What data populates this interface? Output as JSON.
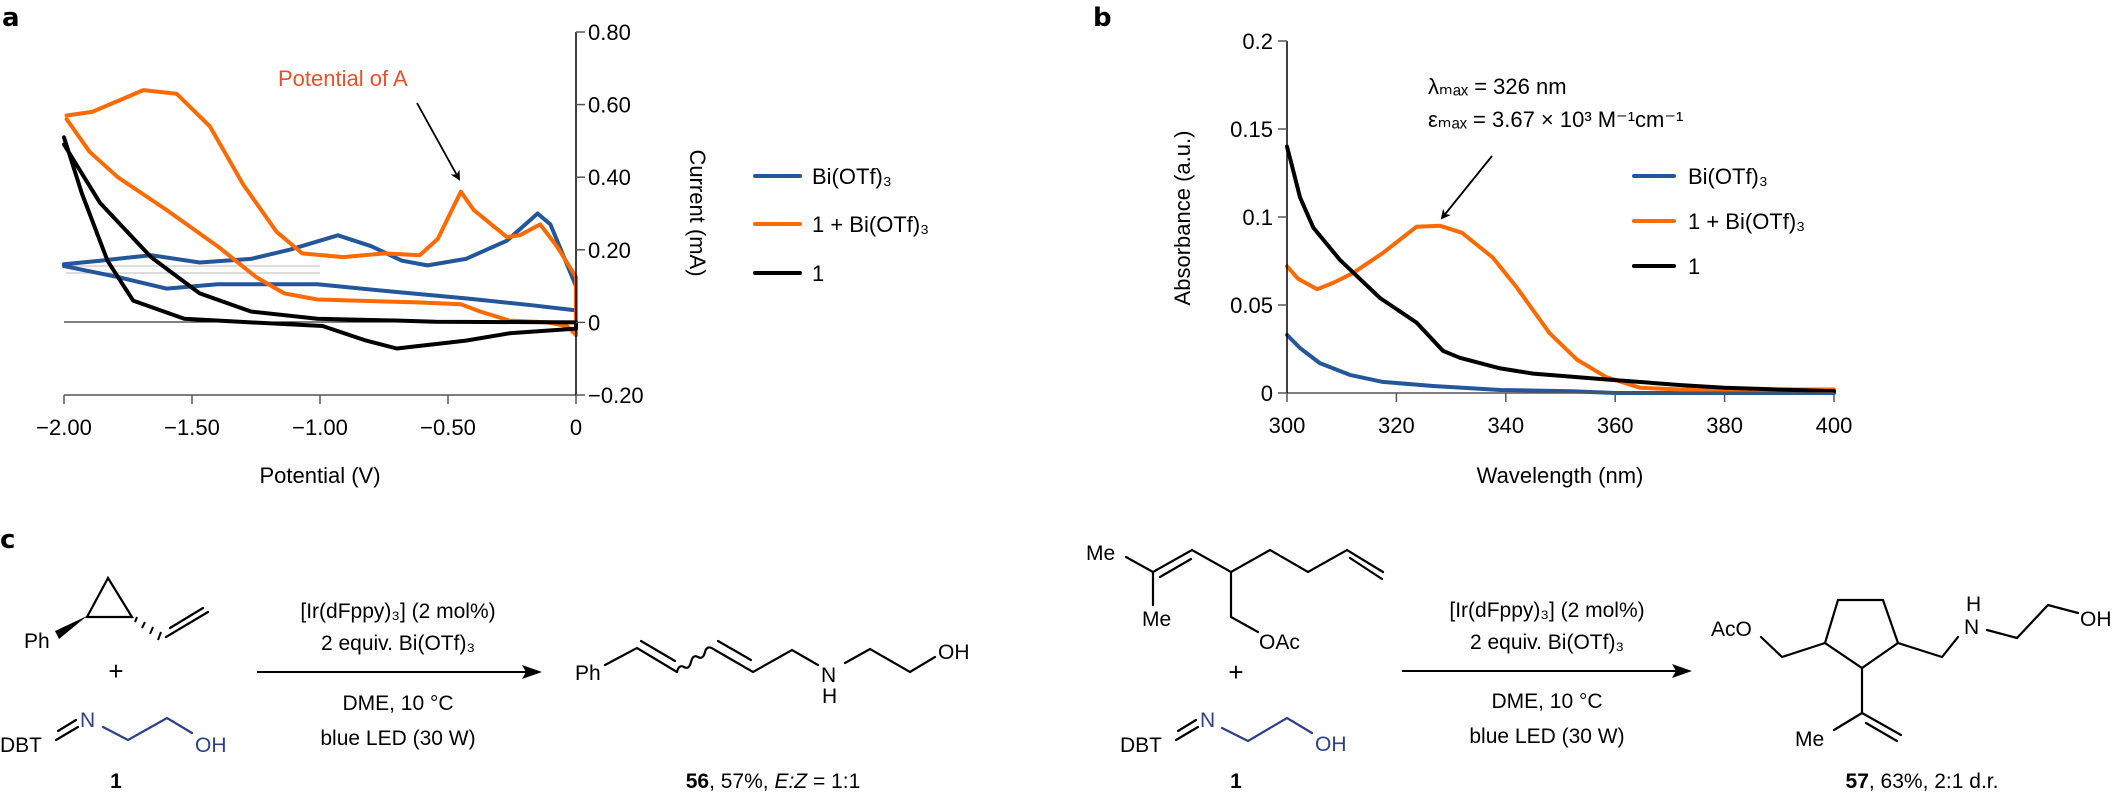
{
  "panel_labels": {
    "a": "a",
    "b": "b",
    "c": "c"
  },
  "chart_data": [
    {
      "panel": "a",
      "type": "line",
      "xlabel": "Potential (V)",
      "ylabel": "Current (mA)",
      "xlim": [
        -2.0,
        0
      ],
      "ylim": [
        -0.2,
        0.8
      ],
      "xticks": [
        {
          "value": -2.0,
          "label": "−2.00"
        },
        {
          "value": -1.5,
          "label": "−1.50"
        },
        {
          "value": -1.0,
          "label": "−1.00"
        },
        {
          "value": -0.5,
          "label": "−0.50"
        },
        {
          "value": 0,
          "label": "0"
        }
      ],
      "yticks": [
        {
          "value": 0.8,
          "label": "0.80"
        },
        {
          "value": 0.6,
          "label": "0.60"
        },
        {
          "value": 0.4,
          "label": "0.40"
        },
        {
          "value": 0.2,
          "label": "0.20"
        },
        {
          "value": 0,
          "label": "0"
        },
        {
          "value": -0.2,
          "label": "−0.20"
        }
      ],
      "yaxis_side": "right",
      "grid": false,
      "legend": "right",
      "annotation": {
        "text": "Potential of A",
        "color": "#e8502a",
        "points_to": [
          -0.45,
          0.36
        ]
      },
      "series": [
        {
          "name": "Bi(OTf)₃",
          "color": "#23569b",
          "points": [
            [
              -2.0,
              0.16
            ],
            [
              -1.86,
              0.17
            ],
            [
              -1.66,
              0.185
            ],
            [
              -1.47,
              0.165
            ],
            [
              -1.27,
              0.175
            ],
            [
              -1.12,
              0.2
            ],
            [
              -0.93,
              0.24
            ],
            [
              -0.8,
              0.21
            ],
            [
              -0.68,
              0.17
            ],
            [
              -0.58,
              0.157
            ],
            [
              -0.43,
              0.175
            ],
            [
              -0.27,
              0.225
            ],
            [
              -0.15,
              0.3
            ],
            [
              -0.1,
              0.27
            ],
            [
              0,
              0.1
            ],
            [
              0,
              0.033
            ],
            [
              -0.17,
              0.047
            ],
            [
              -0.43,
              0.066
            ],
            [
              -0.69,
              0.083
            ],
            [
              -1.01,
              0.105
            ],
            [
              -1.4,
              0.105
            ],
            [
              -1.6,
              0.093
            ],
            [
              -1.79,
              0.125
            ],
            [
              -2.0,
              0.155
            ]
          ]
        },
        {
          "name": "1 + Bi(OTf)₃",
          "color": "#ff6a00",
          "points": [
            [
              -1.99,
              0.57
            ],
            [
              -1.89,
              0.58
            ],
            [
              -1.69,
              0.64
            ],
            [
              -1.56,
              0.63
            ],
            [
              -1.43,
              0.54
            ],
            [
              -1.3,
              0.38
            ],
            [
              -1.17,
              0.25
            ],
            [
              -1.07,
              0.19
            ],
            [
              -0.91,
              0.18
            ],
            [
              -0.75,
              0.19
            ],
            [
              -0.61,
              0.185
            ],
            [
              -0.54,
              0.23
            ],
            [
              -0.45,
              0.36
            ],
            [
              -0.4,
              0.31
            ],
            [
              -0.27,
              0.235
            ],
            [
              -0.22,
              0.24
            ],
            [
              -0.14,
              0.27
            ],
            [
              -0.075,
              0.21
            ],
            [
              0,
              0.125
            ],
            [
              0,
              -0.035
            ],
            [
              -0.035,
              -0.01
            ],
            [
              -0.11,
              0
            ],
            [
              -0.26,
              0.005
            ],
            [
              -0.375,
              0.03
            ],
            [
              -0.45,
              0.05
            ],
            [
              -0.62,
              0.055
            ],
            [
              -1.01,
              0.063
            ],
            [
              -1.14,
              0.08
            ],
            [
              -1.25,
              0.125
            ],
            [
              -1.4,
              0.21
            ],
            [
              -1.6,
              0.31
            ],
            [
              -1.79,
              0.4
            ],
            [
              -1.9,
              0.47
            ],
            [
              -1.99,
              0.56
            ]
          ]
        },
        {
          "name": "1",
          "color": "#000000",
          "points": [
            [
              -2.0,
              0.51
            ],
            [
              -1.93,
              0.355
            ],
            [
              -1.83,
              0.17
            ],
            [
              -1.73,
              0.06
            ],
            [
              -1.53,
              0.01
            ],
            [
              -1.27,
              0
            ],
            [
              -0.99,
              -0.01
            ],
            [
              -0.82,
              -0.05
            ],
            [
              -0.7,
              -0.072
            ],
            [
              -0.43,
              -0.05
            ],
            [
              -0.26,
              -0.03
            ],
            [
              0,
              -0.017
            ],
            [
              0,
              0
            ],
            [
              -0.55,
              0.002
            ],
            [
              -0.69,
              0.005
            ],
            [
              -1.01,
              0.01
            ],
            [
              -1.27,
              0.03
            ],
            [
              -1.47,
              0.08
            ],
            [
              -1.66,
              0.18
            ],
            [
              -1.86,
              0.33
            ],
            [
              -2.0,
              0.49
            ]
          ]
        }
      ]
    },
    {
      "panel": "b",
      "type": "line",
      "xlabel": "Wavelength (nm)",
      "ylabel": "Absorbance (a.u.)",
      "xlim": [
        300,
        400
      ],
      "ylim": [
        0,
        0.2
      ],
      "xticks": [
        {
          "value": 300,
          "label": "300"
        },
        {
          "value": 320,
          "label": "320"
        },
        {
          "value": 340,
          "label": "340"
        },
        {
          "value": 360,
          "label": "360"
        },
        {
          "value": 380,
          "label": "380"
        },
        {
          "value": 400,
          "label": "400"
        }
      ],
      "yticks": [
        {
          "value": 0.2,
          "label": "0.2"
        },
        {
          "value": 0.15,
          "label": "0.15"
        },
        {
          "value": 0.1,
          "label": "0.1"
        },
        {
          "value": 0.05,
          "label": "0.05"
        },
        {
          "value": 0,
          "label": "0"
        }
      ],
      "yaxis_side": "left",
      "grid": false,
      "legend": "right",
      "annotation": {
        "line1": "λₘₐₓ = 326 nm",
        "line2": "εₘₐₓ = 3.67 × 10³ M⁻¹cm⁻¹",
        "points_to": [
          327,
          0.095
        ]
      },
      "series": [
        {
          "name": "Bi(OTf)₃",
          "color": "#23569b",
          "points": [
            [
              300,
              0.033
            ],
            [
              302.4,
              0.0255
            ],
            [
              306,
              0.017
            ],
            [
              311.5,
              0.0103
            ],
            [
              317.5,
              0.0063
            ],
            [
              326.7,
              0.004
            ],
            [
              339,
              0.0017
            ],
            [
              352,
              0.001
            ],
            [
              360,
              0
            ],
            [
              380,
              0
            ],
            [
              400,
              0
            ]
          ]
        },
        {
          "name": "1 + Bi(OTf)₃",
          "color": "#ff6a00",
          "points": [
            [
              300,
              0.072
            ],
            [
              302,
              0.065
            ],
            [
              305.5,
              0.059
            ],
            [
              308.4,
              0.0625
            ],
            [
              312,
              0.068
            ],
            [
              317.5,
              0.0795
            ],
            [
              323.7,
              0.0945
            ],
            [
              328,
              0.095
            ],
            [
              332,
              0.091
            ],
            [
              337.6,
              0.077
            ],
            [
              342,
              0.06
            ],
            [
              348,
              0.034
            ],
            [
              353,
              0.019
            ],
            [
              358.4,
              0.009
            ],
            [
              364.5,
              0.003
            ],
            [
              372,
              0.002
            ],
            [
              385,
              0.002
            ],
            [
              400,
              0.002
            ]
          ]
        },
        {
          "name": "1",
          "color": "#000000",
          "points": [
            [
              300,
              0.14
            ],
            [
              301,
              0.128
            ],
            [
              302.4,
              0.111
            ],
            [
              304.8,
              0.094
            ],
            [
              309.7,
              0.0755
            ],
            [
              314.6,
              0.061
            ],
            [
              317,
              0.054
            ],
            [
              323.7,
              0.04
            ],
            [
              328.5,
              0.024
            ],
            [
              331.6,
              0.02
            ],
            [
              339,
              0.014
            ],
            [
              345,
              0.011
            ],
            [
              357,
              0.008
            ],
            [
              372,
              0.0045
            ],
            [
              380,
              0.003
            ],
            [
              390,
              0.002
            ],
            [
              400,
              0.001
            ]
          ]
        }
      ]
    }
  ],
  "scheme": {
    "reaction1": {
      "ph": "Ph",
      "plus": "+",
      "imine": {
        "dbt": "DBT",
        "n": "N",
        "oh": "OH",
        "number": "1"
      },
      "conditions": [
        "[Ir(dFppy)₃] (2 mol%)",
        "2 equiv. Bi(OTf)₃",
        "DME, 10 °C",
        "blue LED (30 W)"
      ],
      "product": {
        "ph": "Ph",
        "n": "N",
        "h": "H",
        "oh": "OH",
        "number": "56",
        "yield": ", 57%, ",
        "ratio_label": "E:Z",
        "ratio_value": " = 1:1"
      }
    },
    "reaction2": {
      "me_top": "Me",
      "me_bottom": "Me",
      "oac": "OAc",
      "plus": "+",
      "imine": {
        "dbt": "DBT",
        "n": "N",
        "oh": "OH",
        "number": "1"
      },
      "conditions": [
        "[Ir(dFppy)₃] (2 mol%)",
        "2 equiv. Bi(OTf)₃",
        "DME, 10 °C",
        "blue LED (30 W)"
      ],
      "product": {
        "aco": "AcO",
        "me": "Me",
        "n": "N",
        "h": "H",
        "oh": "OH",
        "number": "57",
        "rest": ", 63%, 2:1 d.r."
      }
    }
  }
}
